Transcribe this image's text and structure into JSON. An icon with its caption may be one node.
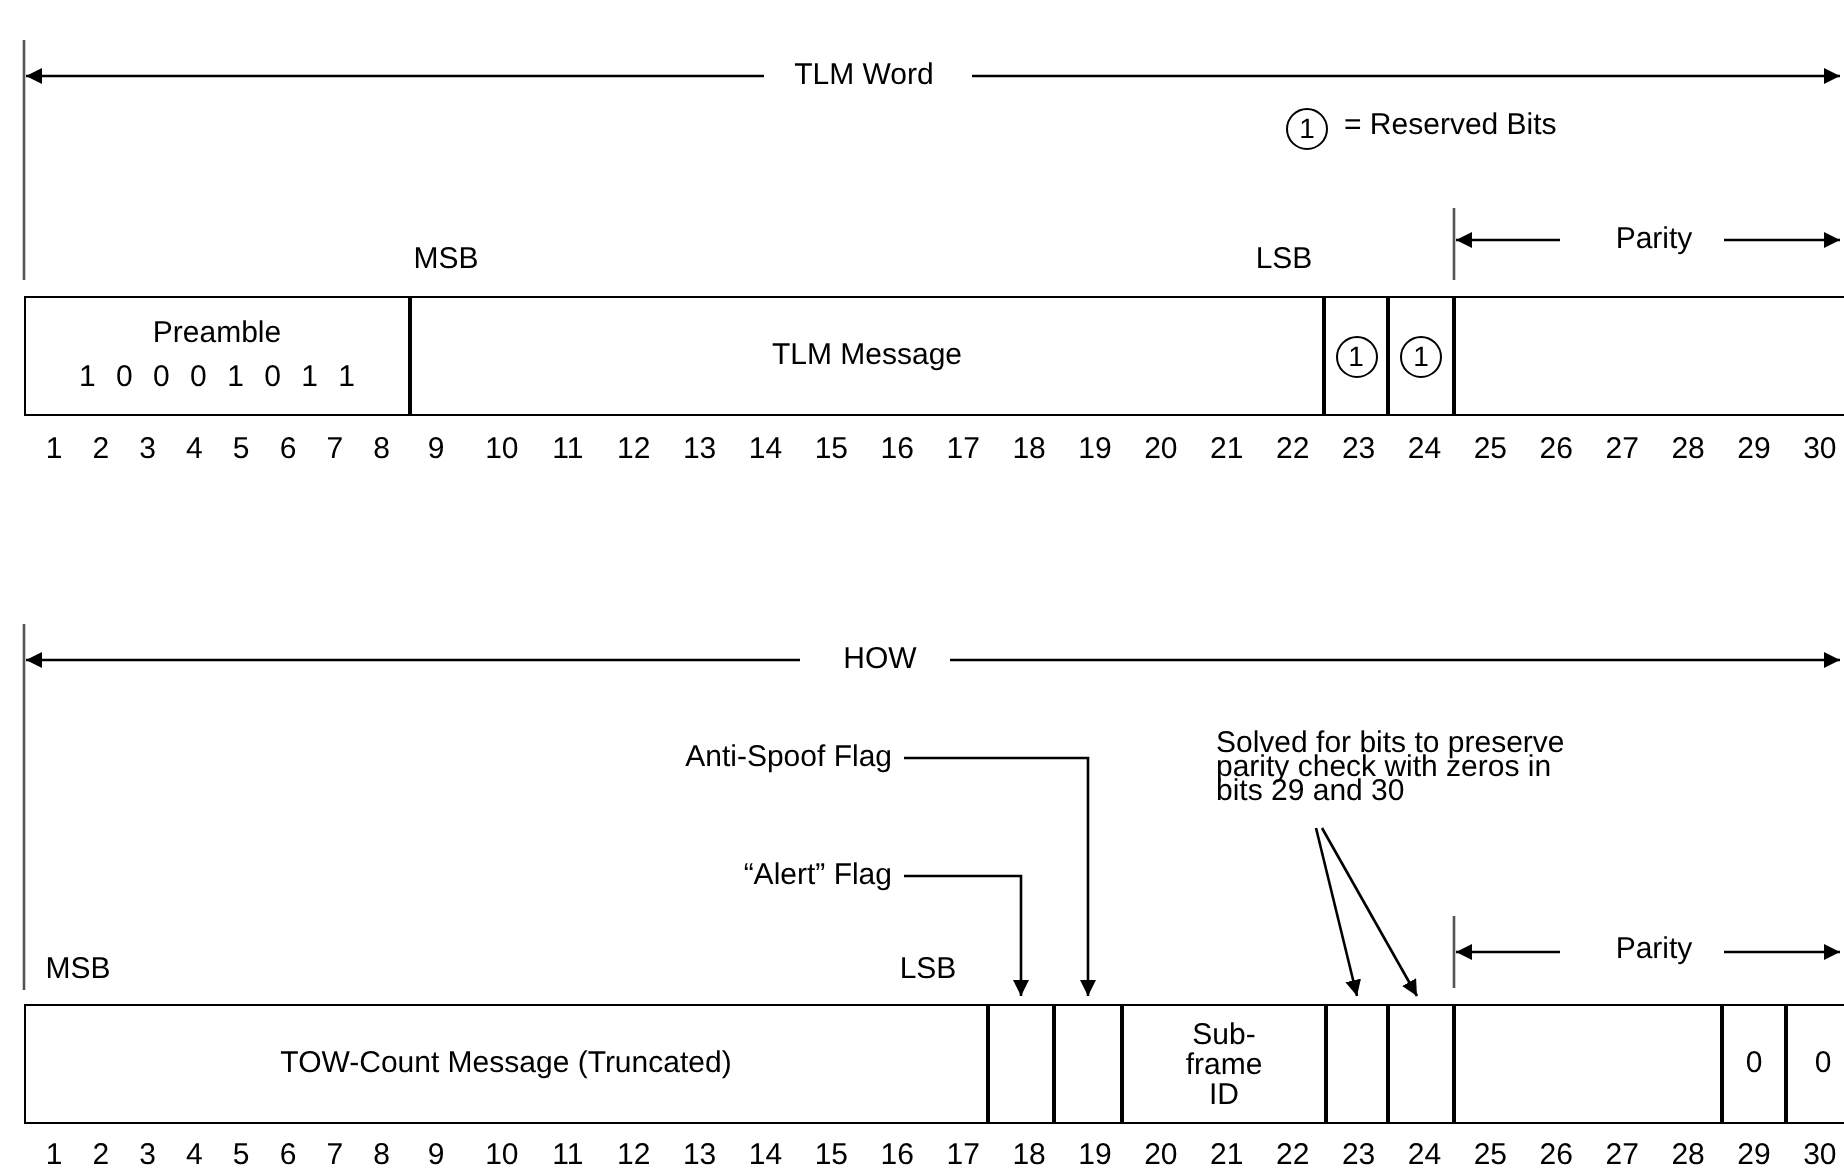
{
  "diagram": {
    "nodes": [
      {
        "text": [
          "Preamble",
          "1 0 0 0 1 0 1 1"
        ]
      },
      {
        "text": [
          "TLM Message"
        ]
      },
      {
        "text": [
          "1"
        ]
      },
      {
        "text": [
          "1"
        ]
      },
      {
        "text": [],
        "shape": "box"
      },
      {
        "text": [
          "TOW-Count Message (Truncated)"
        ]
      },
      {
        "text": [],
        "shape": "box"
      },
      {
        "text": [],
        "shape": "box"
      },
      {
        "text": [
          "Sub- frame ID"
        ]
      },
      {
        "text": [],
        "shape": "box"
      },
      {
        "text": [],
        "shape": "box"
      },
      {
        "text": [],
        "shape": "box"
      },
      {
        "text": [
          "0"
        ]
      },
      {
        "text": [
          "0"
        ]
      },
      {
        "text": [
          "Anti-Spoof Flag"
        ]
      },
      {
        "text": [
          "“Alert” Flag"
        ]
      },
      {
        "text": [
          "Solved for bits to preserve parity check with zeros in bits 29 and 30"
        ]
      }
    ],
    "edges": [
      {
        "from": 14,
        "to": 7,
        "arrow": "to"
      },
      {
        "from": 15,
        "to": 6,
        "arrow": "to"
      },
      {
        "from": 16,
        "to": 9,
        "arrow": "to"
      },
      {
        "from": 16,
        "to": 10,
        "arrow": "to"
      }
    ],
    "labels": [
      "TLM Word",
      "1",
      "= Reserved Bits",
      "MSB",
      "LSB",
      "Parity",
      "1",
      "2",
      "3",
      "4",
      "5",
      "6",
      "7",
      "8",
      "9",
      "10",
      "11",
      "12",
      "13",
      "14",
      "15",
      "16",
      "17",
      "18",
      "19",
      "20",
      "21",
      "22",
      "23",
      "24",
      "25",
      "26",
      "27",
      "28",
      "29",
      "30",
      "HOW",
      "MSB",
      "LSB",
      "Parity",
      "1",
      "2",
      "3",
      "4",
      "5",
      "6",
      "7",
      "8",
      "9",
      "10",
      "11",
      "12",
      "13",
      "14",
      "15",
      "16",
      "17",
      "18",
      "19",
      "20",
      "21",
      "22",
      "23",
      "24",
      "25",
      "26",
      "27",
      "28",
      "29",
      "30"
    ]
  }
}
